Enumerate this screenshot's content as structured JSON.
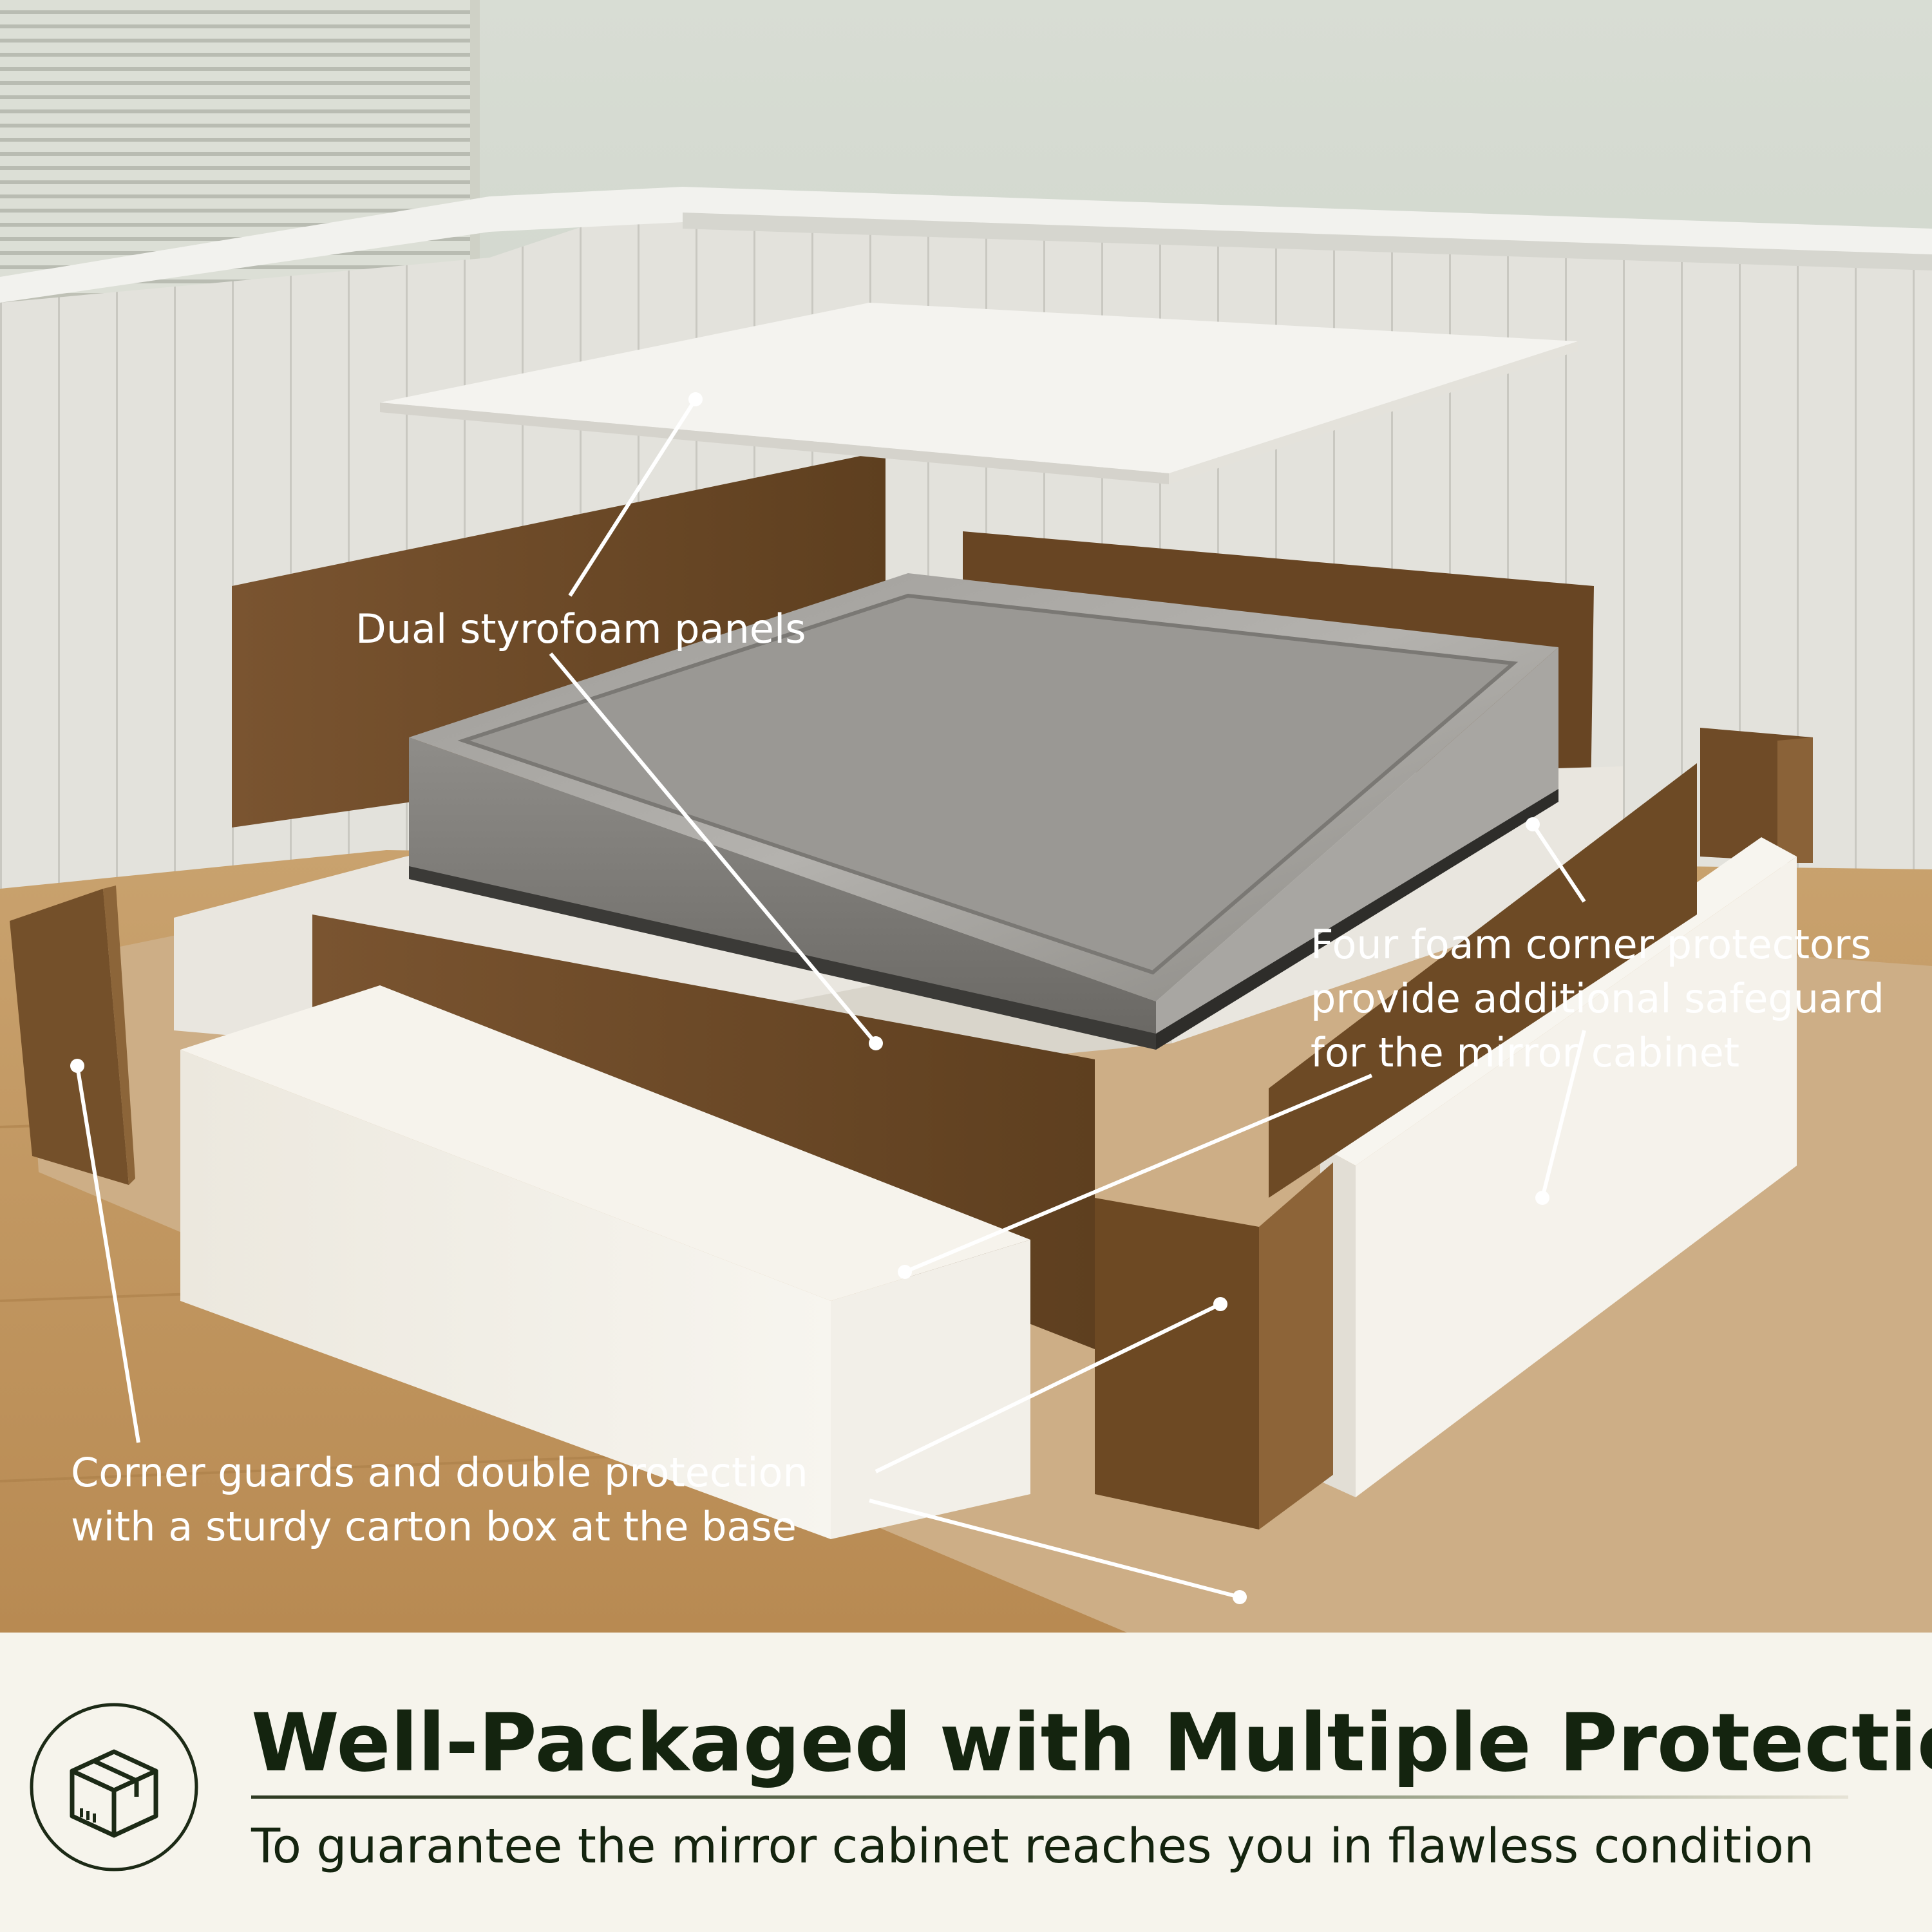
{
  "callouts": {
    "styrofoam": "Dual styrofoam panels",
    "corner_protectors": [
      "Four foam corner protectors",
      "provide additional safeguard",
      "for the mirror cabinet"
    ],
    "corner_guards": [
      "Corner guards and double protection",
      "with a sturdy carton box at the base"
    ]
  },
  "banner": {
    "title": "Well-Packaged with Multiple Protection",
    "subtitle": "To guarantee the mirror cabinet reaches you in flawless condition",
    "icon": "package-box-icon"
  },
  "colors": {
    "banner_background": "#f6f4ec",
    "title_text": "#14240f",
    "cardboard": "#6d4a25",
    "foam": "#f1eee6",
    "cabinet": "#7c7a76",
    "wall": "#ccd3c8",
    "floor": "#c9a77a"
  }
}
